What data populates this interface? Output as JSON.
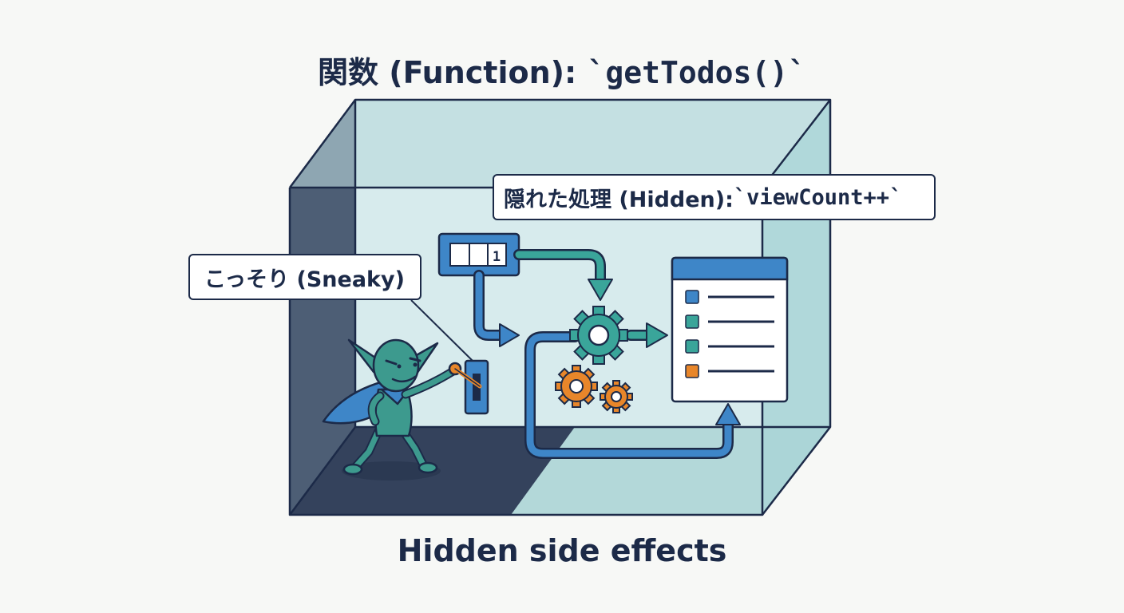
{
  "title": {
    "prefix": "関数 (Function): ",
    "code": "`getTodos()`"
  },
  "callouts": {
    "hidden_prefix": "隠れた処理 (Hidden): ",
    "hidden_code": "`viewCount++`",
    "sneaky": "こっそり (Sneaky)"
  },
  "counter_digit": "1",
  "caption": "Hidden side effects",
  "colors": {
    "navy": "#1c2a48",
    "blue": "#3e86c8",
    "teal": "#3aa59a",
    "orange": "#e8862a",
    "goblin": "#3d9a8e"
  }
}
